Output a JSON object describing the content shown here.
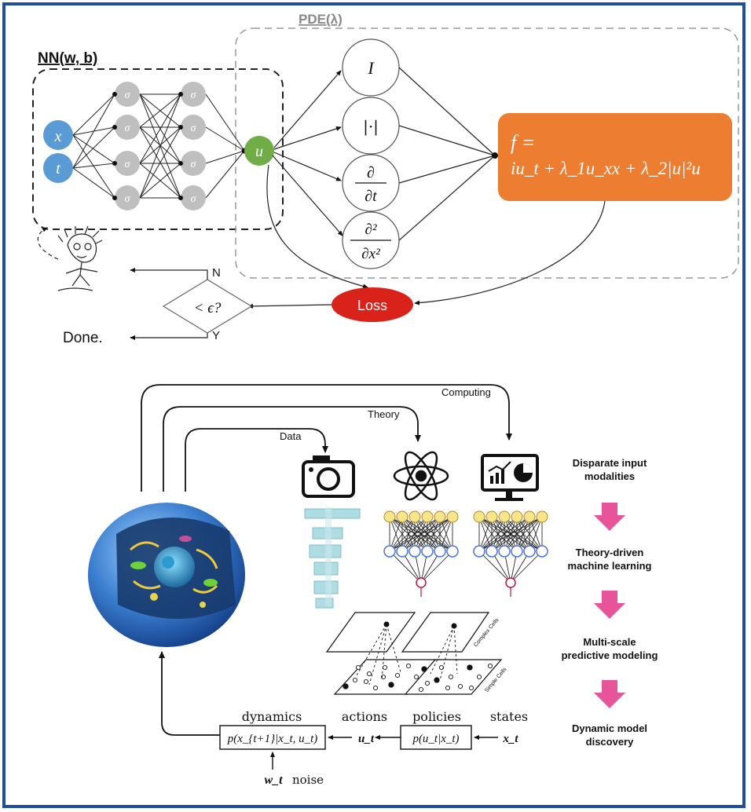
{
  "top": {
    "nn_title": "NN(w, b)",
    "pde_title": "PDE(λ)",
    "inputs": [
      "x",
      "t"
    ],
    "activation_symbol": "σ",
    "output_symbol": "u",
    "ops": [
      "I",
      "|·|",
      "∂",
      "∂t",
      "∂²",
      "∂x²"
    ],
    "f_line1": "f =",
    "f_line2": "iu_t + λ_1u_xx + λ_2|u|²u",
    "loss_label": "Loss",
    "decision_label": "< ϵ?",
    "no_label": "N",
    "yes_label": "Y",
    "done_label": "Done."
  },
  "bottom": {
    "data_label": "Data",
    "theory_label": "Theory",
    "computing_label": "Computing",
    "stage_labels": [
      {
        "line1": "Disparate input",
        "line2": "modalities"
      },
      {
        "line1": "Theory-driven",
        "line2": "machine learning"
      },
      {
        "line1": "Multi-scale",
        "line2": "predictive modeling"
      },
      {
        "line1": "Dynamic model",
        "line2": "discovery"
      }
    ],
    "complex_cells_label": "Complex Cells",
    "simple_cells_label": "Simple Cells",
    "dynamics_label": "dynamics",
    "actions_label": "actions",
    "policies_label": "policies",
    "states_label": "states",
    "dynamics_formula": "p(x_{t+1}|x_t, u_t)",
    "policy_formula": "p(u_t|x_t)",
    "u_t": "u_t",
    "x_t": "x_t",
    "w_t": "w_t",
    "noise_label": "noise"
  },
  "colors": {
    "frame": "#1f4e9c",
    "input_node": "#5b9bd5",
    "hidden_node": "#bfbfbf",
    "output_node": "#70ad47",
    "f_box": "#ed7d31",
    "loss": "#d9231a",
    "pink_arrow": "#e8549a",
    "net_yellow": "#f6e58d",
    "net_blue": "#4a74d6"
  }
}
